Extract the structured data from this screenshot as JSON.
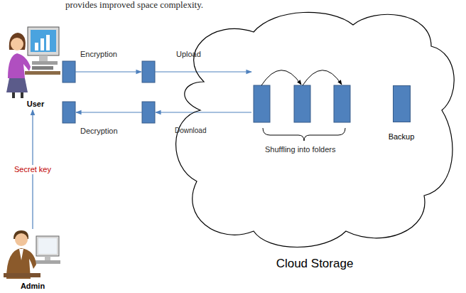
{
  "diagram": {
    "nodes": [
      {
        "text": [
          "User"
        ]
      },
      {
        "text": [
          "Cloud Storage"
        ]
      },
      {
        "text": [
          "Backup"
        ],
        "in": 1
      },
      {
        "text": [
          "Admin"
        ]
      }
    ],
    "edges": [
      {
        "from": 3,
        "to": 0,
        "label": "Secret key",
        "arrow": "to"
      }
    ],
    "labels": [
      "provides improved space complexity.",
      "Encryption",
      "Upload",
      "Decryption",
      "Download",
      "Shuffling into folders"
    ]
  }
}
